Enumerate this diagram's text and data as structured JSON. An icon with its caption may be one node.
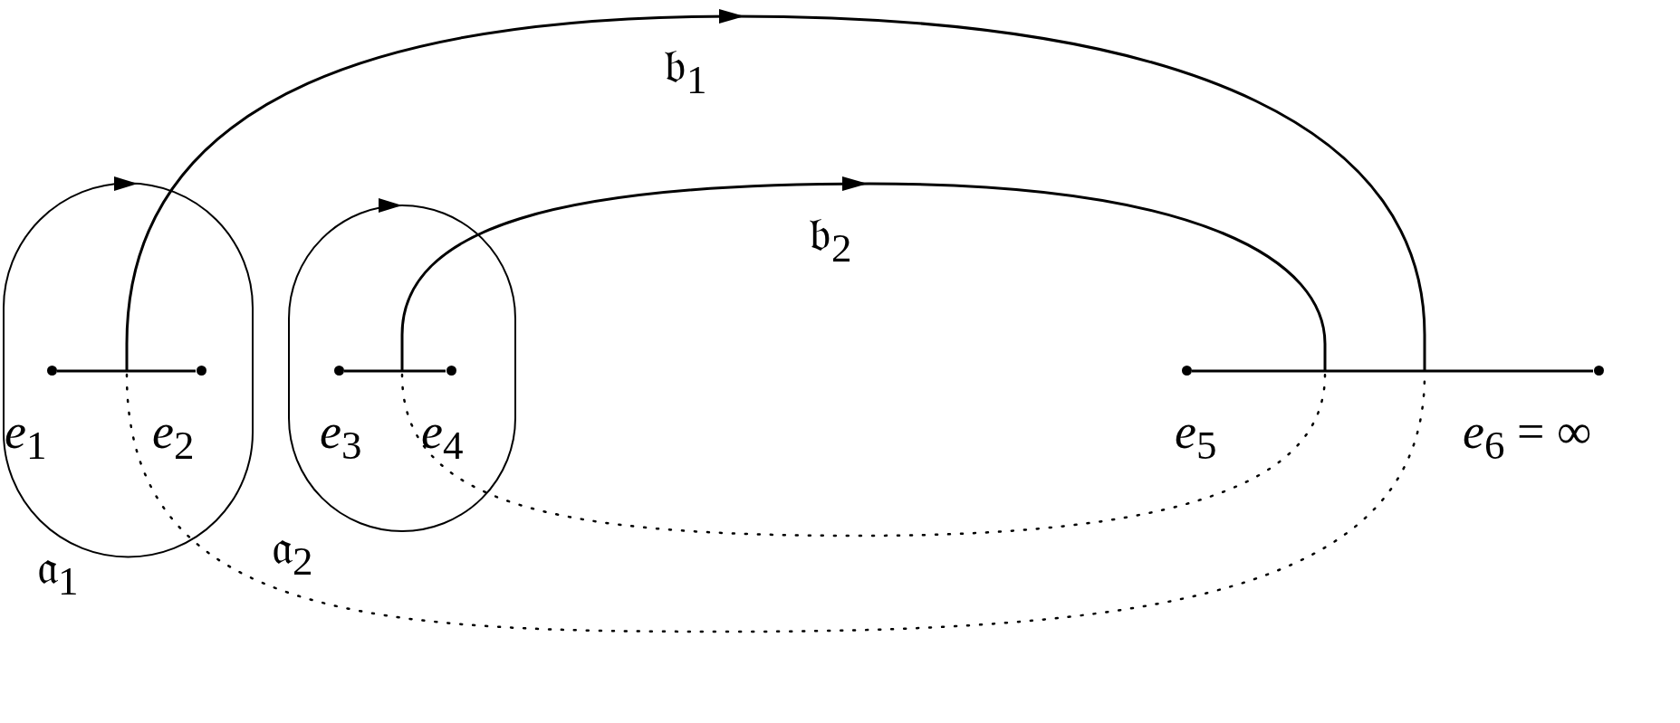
{
  "diagram": {
    "nodes": [
      {
        "text": [
          "*e*$_{1}$"
        ]
      },
      {
        "text": [
          "*e*$_{2}$"
        ]
      },
      {
        "text": [
          "*e*$_{3}$"
        ]
      },
      {
        "text": [
          "*e*$_{4}$"
        ]
      },
      {
        "text": [
          "*e*$_{5}$"
        ]
      },
      {
        "text": [
          "*e*$_{6}$ = ∞"
        ]
      }
    ],
    "edges": [
      {
        "from": 0,
        "to": 1,
        "arrow": "none"
      },
      {
        "from": 2,
        "to": 3,
        "arrow": "none"
      },
      {
        "from": 4,
        "to": 5,
        "arrow": "none"
      }
    ],
    "labels": [
      "𝔟$_{1}$",
      "𝔟$_{2}$",
      "𝔞$_{2}$",
      "𝔞$_{1}$"
    ]
  }
}
